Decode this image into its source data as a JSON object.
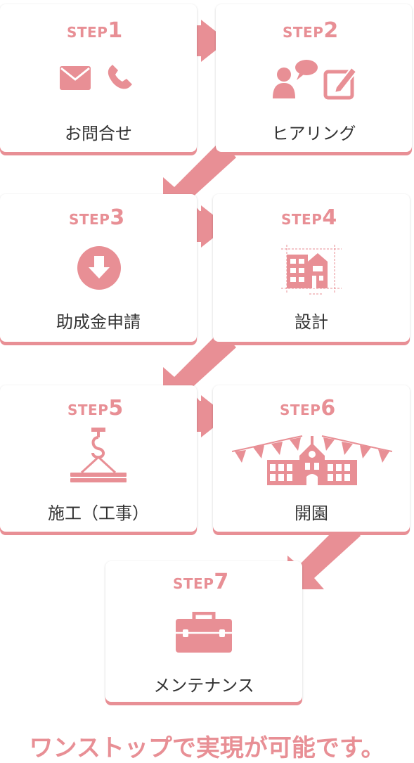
{
  "colors": {
    "accent": "#e88f95",
    "text": "#333333"
  },
  "steps": [
    {
      "label": "STEP",
      "number": "1",
      "title": "お問合せ",
      "icons": [
        "mail-icon",
        "phone-icon"
      ]
    },
    {
      "label": "STEP",
      "number": "2",
      "title": "ヒアリング",
      "icons": [
        "person-chat-icon",
        "edit-note-icon"
      ]
    },
    {
      "label": "STEP",
      "number": "3",
      "title": "助成金申請",
      "icons": [
        "download-icon"
      ]
    },
    {
      "label": "STEP",
      "number": "4",
      "title": "設計",
      "icons": [
        "building-blueprint-icon"
      ]
    },
    {
      "label": "STEP",
      "number": "5",
      "title": "施工（工事）",
      "icons": [
        "crane-hook-icon"
      ]
    },
    {
      "label": "STEP",
      "number": "6",
      "title": "開園",
      "icons": [
        "school-bunting-icon"
      ]
    },
    {
      "label": "STEP",
      "number": "7",
      "title": "メンテナンス",
      "icons": [
        "toolbox-icon"
      ]
    }
  ],
  "footer": "ワンストップで実現が可能です。"
}
